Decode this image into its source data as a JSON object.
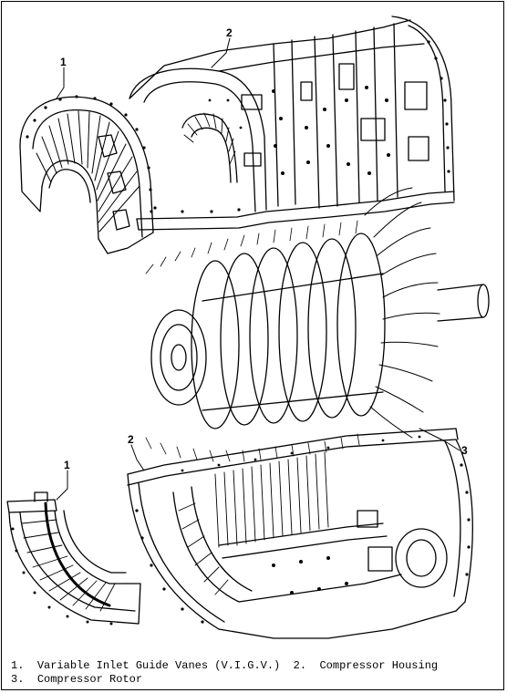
{
  "callouts": {
    "top_inlet_vanes": "1",
    "top_housing": "2",
    "rotor": "3",
    "bottom_housing": "2",
    "bottom_inlet_vanes": "1"
  },
  "legend": {
    "item1_num": "1.",
    "item1_text": "Variable Inlet Guide Vanes (V.I.G.V.)",
    "item2_num": "2.",
    "item2_text": "Compressor Housing",
    "item3_num": "3.",
    "item3_text": "Compressor Rotor"
  }
}
